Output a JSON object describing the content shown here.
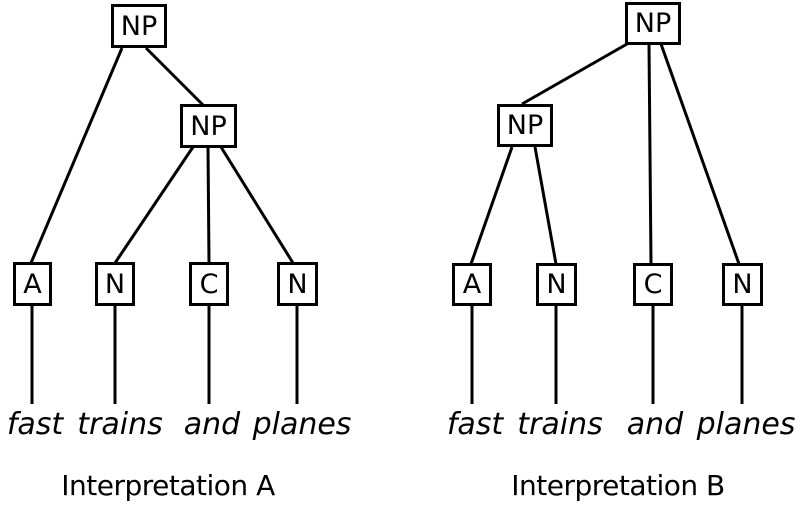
{
  "page": {
    "background_color": "#ffffff",
    "line_color": "#000000"
  },
  "trees": [
    {
      "id": "A",
      "caption": "Interpretation A",
      "root_label": "NP",
      "inner_label": "NP",
      "leaf_labels": [
        "A",
        "N",
        "C",
        "N"
      ],
      "words": [
        "fast",
        "trains",
        "and",
        "planes"
      ]
    },
    {
      "id": "B",
      "caption": "Interpretation B",
      "root_label": "NP",
      "inner_label": "NP",
      "leaf_labels": [
        "A",
        "N",
        "C",
        "N"
      ],
      "words": [
        "fast",
        "trains",
        "and",
        "planes"
      ]
    }
  ]
}
